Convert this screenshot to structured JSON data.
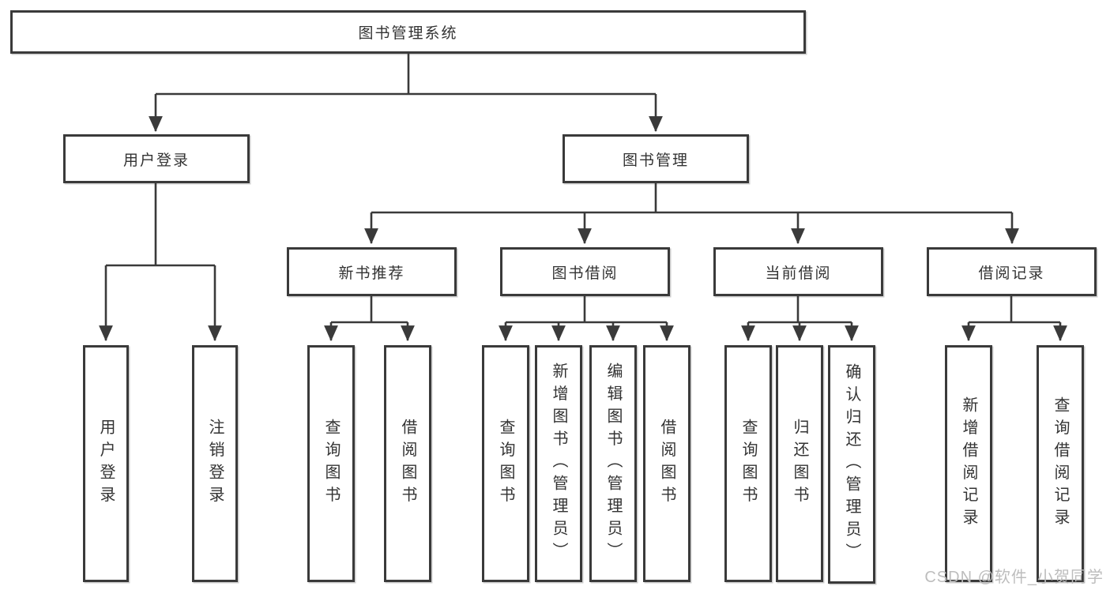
{
  "diagram": {
    "root_label": "图书管理系统",
    "level2": {
      "left": "用户登录",
      "right": "图书管理"
    },
    "level3": [
      "新书推荐",
      "图书借阅",
      "当前借阅",
      "借阅记录"
    ],
    "leaves": {
      "login": [
        "用户登录",
        "注销登录"
      ],
      "new_books": [
        "查询图书",
        "借阅图书"
      ],
      "borrow": [
        "查询图书",
        "新增图书（管理员）",
        "编辑图书（管理员）",
        "借阅图书"
      ],
      "current": [
        "查询图书",
        "归还图书",
        "确认归还（管理员）"
      ],
      "records": [
        "新增借阅记录",
        "查询借阅记录"
      ]
    }
  },
  "watermark": "CSDN @软件_小贺同学",
  "colors": {
    "background": "#ffffff",
    "line": "#3a3a3a",
    "box_border": "#3a3a3a",
    "text": "#333333",
    "watermark": "#bdbdbd"
  }
}
